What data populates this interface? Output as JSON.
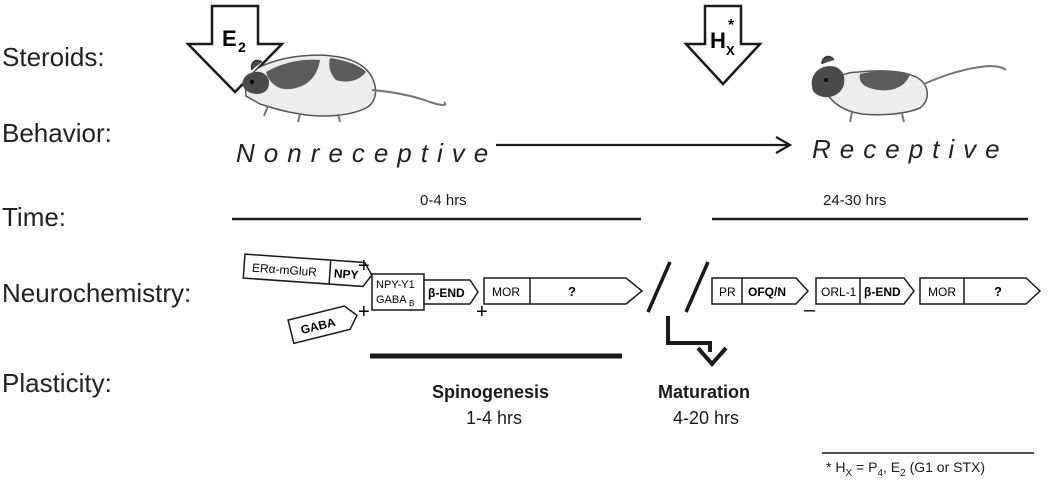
{
  "rows": {
    "steroids": "Steroids:",
    "behavior": "Behavior:",
    "time": "Time:",
    "neurochemistry": "Neurochemistry:",
    "plasticity": "Plasticity:"
  },
  "steroid_arrows": {
    "left": {
      "base": "E",
      "sub": "2"
    },
    "right": {
      "base": "H",
      "sub": "X",
      "sup": "*"
    }
  },
  "behavior": {
    "left": "Nonreceptive",
    "right": "Receptive"
  },
  "time": {
    "left": "0-4 hrs",
    "right": "24-30 hrs"
  },
  "neurochem": {
    "er_mglur": "ERα-mGluR",
    "npy": "NPY",
    "gaba": "GABA",
    "npy_y1": "NPY-Y1",
    "gaba_b": "GABA",
    "gaba_b_sub": "B",
    "beta_end_1": "β-END",
    "mor_1": "MOR",
    "q_1": "?",
    "pr": "PR",
    "ofq": "OFQ/N",
    "orl1": "ORL-1",
    "beta_end_2": "β-END",
    "mor_2": "MOR",
    "q_2": "?",
    "plus": "+",
    "minus": "–"
  },
  "plasticity": {
    "spino_title": "Spinogenesis",
    "spino_time": "1-4 hrs",
    "mat_title": "Maturation",
    "mat_time": "4-20 hrs"
  },
  "footnote": {
    "star": "*",
    "h": "H",
    "hsub": "X",
    "eq": " = P",
    "psub": "4",
    "e": ", E",
    "esub": "2",
    "tail": " (G1 or STX)"
  }
}
